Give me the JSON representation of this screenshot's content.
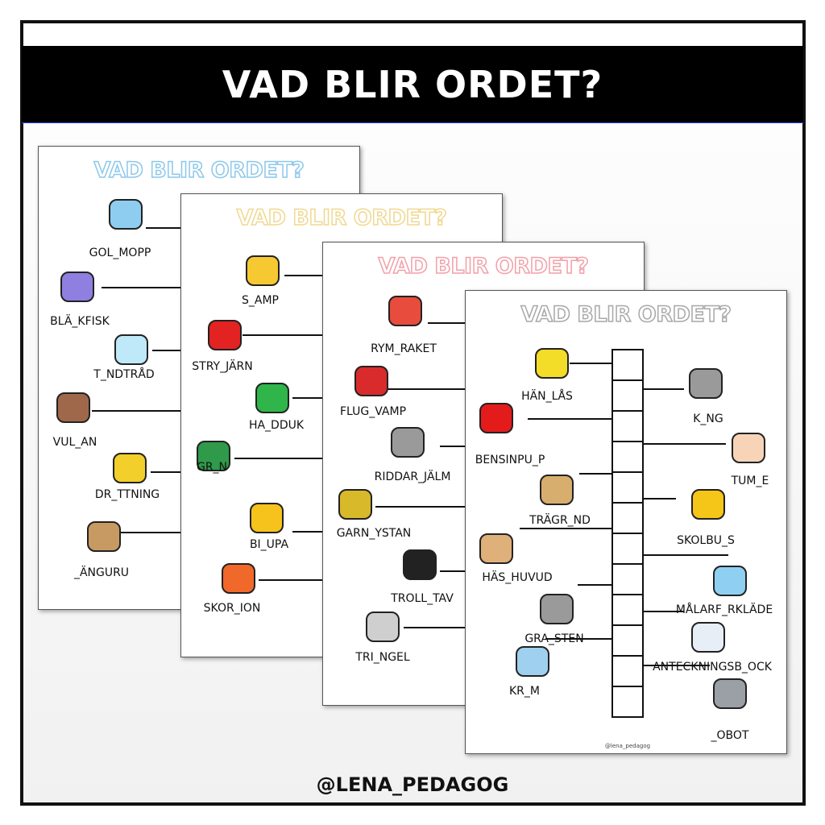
{
  "banner": {
    "title": "VAD BLIR ORDET?"
  },
  "footer": {
    "handle": "@LENA_PEDAGOG"
  },
  "sheets": [
    {
      "title": "VAD BLIR ORDET?",
      "title_color": "#8cc8ea",
      "items": [
        {
          "label": "GOL_MOPP",
          "icon": "mop-icon",
          "color": "#8ecdf0"
        },
        {
          "label": "BLÄ_KFISK",
          "icon": "octopus-icon",
          "color": "#8f7fe0"
        },
        {
          "label": "T_NDTRÅD",
          "icon": "dental-floss-icon",
          "color": "#bfe8f8"
        },
        {
          "label": "VUL_AN",
          "icon": "volcano-icon",
          "color": "#a0684a"
        },
        {
          "label": "DR_TTNING",
          "icon": "queen-icon",
          "color": "#f2cf2a"
        },
        {
          "label": "_ÄNGURU",
          "icon": "kangaroo-icon",
          "color": "#c89a63"
        }
      ]
    },
    {
      "title": "VAD BLIR ORDET?",
      "title_color": "#f0d890",
      "items": [
        {
          "label": "S_AMP",
          "icon": "sponge-icon",
          "color": "#f6c933"
        },
        {
          "label": "STRY_JÄRN",
          "icon": "iron-icon",
          "color": "#e32222"
        },
        {
          "label": "HA_DDUK",
          "icon": "towel-icon",
          "color": "#2fb54a"
        },
        {
          "label": "GR_N",
          "icon": "spruce-tree-icon",
          "color": "#2e9a4a"
        },
        {
          "label": "BI_UPA",
          "icon": "beehive-icon",
          "color": "#f6c21c"
        },
        {
          "label": "SKOR_ION",
          "icon": "scorpion-icon",
          "color": "#f0682a"
        }
      ]
    },
    {
      "title": "VAD BLIR ORDET?",
      "title_color": "#f2a0a8",
      "items": [
        {
          "label": "RYM_RAKET",
          "icon": "rocket-icon",
          "color": "#e84c3c"
        },
        {
          "label": "FLUG_VAMP",
          "icon": "mushroom-icon",
          "color": "#d92b2b"
        },
        {
          "label": "RIDDAR_JÄLM",
          "icon": "knight-helmet-icon",
          "color": "#9a9a9a"
        },
        {
          "label": "GARN_YSTAN",
          "icon": "yarn-ball-icon",
          "color": "#d8b92a"
        },
        {
          "label": "TROLL_TAV",
          "icon": "magic-wand-icon",
          "color": "#222222"
        },
        {
          "label": "TRI_NGEL",
          "icon": "triangle-instrument-icon",
          "color": "#cfcfcf"
        }
      ]
    },
    {
      "title": "VAD BLIR ORDET?",
      "title_color": "#a8a8a8",
      "credit": "@lena_pedagog",
      "cell_count": 12,
      "items": [
        {
          "label": "HÄN_LÅS",
          "icon": "padlock-icon",
          "color": "#f3dd28"
        },
        {
          "label": "BENSINPU_P",
          "icon": "gas-pump-icon",
          "color": "#e41b1b"
        },
        {
          "label": "TRÄGR_ND",
          "icon": "wooden-gate-icon",
          "color": "#d8ae6e"
        },
        {
          "label": "HÄS_HUVUD",
          "icon": "horse-head-icon",
          "color": "#e0b07a"
        },
        {
          "label": "GRA_STEN",
          "icon": "gravestone-icon",
          "color": "#9a9a9a"
        },
        {
          "label": "KR_M",
          "icon": "hug-icon",
          "color": "#9fd0ef"
        },
        {
          "label": "K_NG",
          "icon": "king-icon",
          "color": "#9a9a9a"
        },
        {
          "label": "TUM_E",
          "icon": "thumbs-up-icon",
          "color": "#f7d3b8"
        },
        {
          "label": "SKOLBU_S",
          "icon": "school-bus-icon",
          "color": "#f5c518"
        },
        {
          "label": "MÅLARF_RKLÄDE",
          "icon": "painter-smock-icon",
          "color": "#8fd0f2"
        },
        {
          "label": "ANTECKNINGSB_OCK",
          "icon": "notepad-icon",
          "color": "#e8eef6"
        },
        {
          "label": "_OBOT",
          "icon": "robot-icon",
          "color": "#9aa0a6"
        }
      ]
    }
  ]
}
